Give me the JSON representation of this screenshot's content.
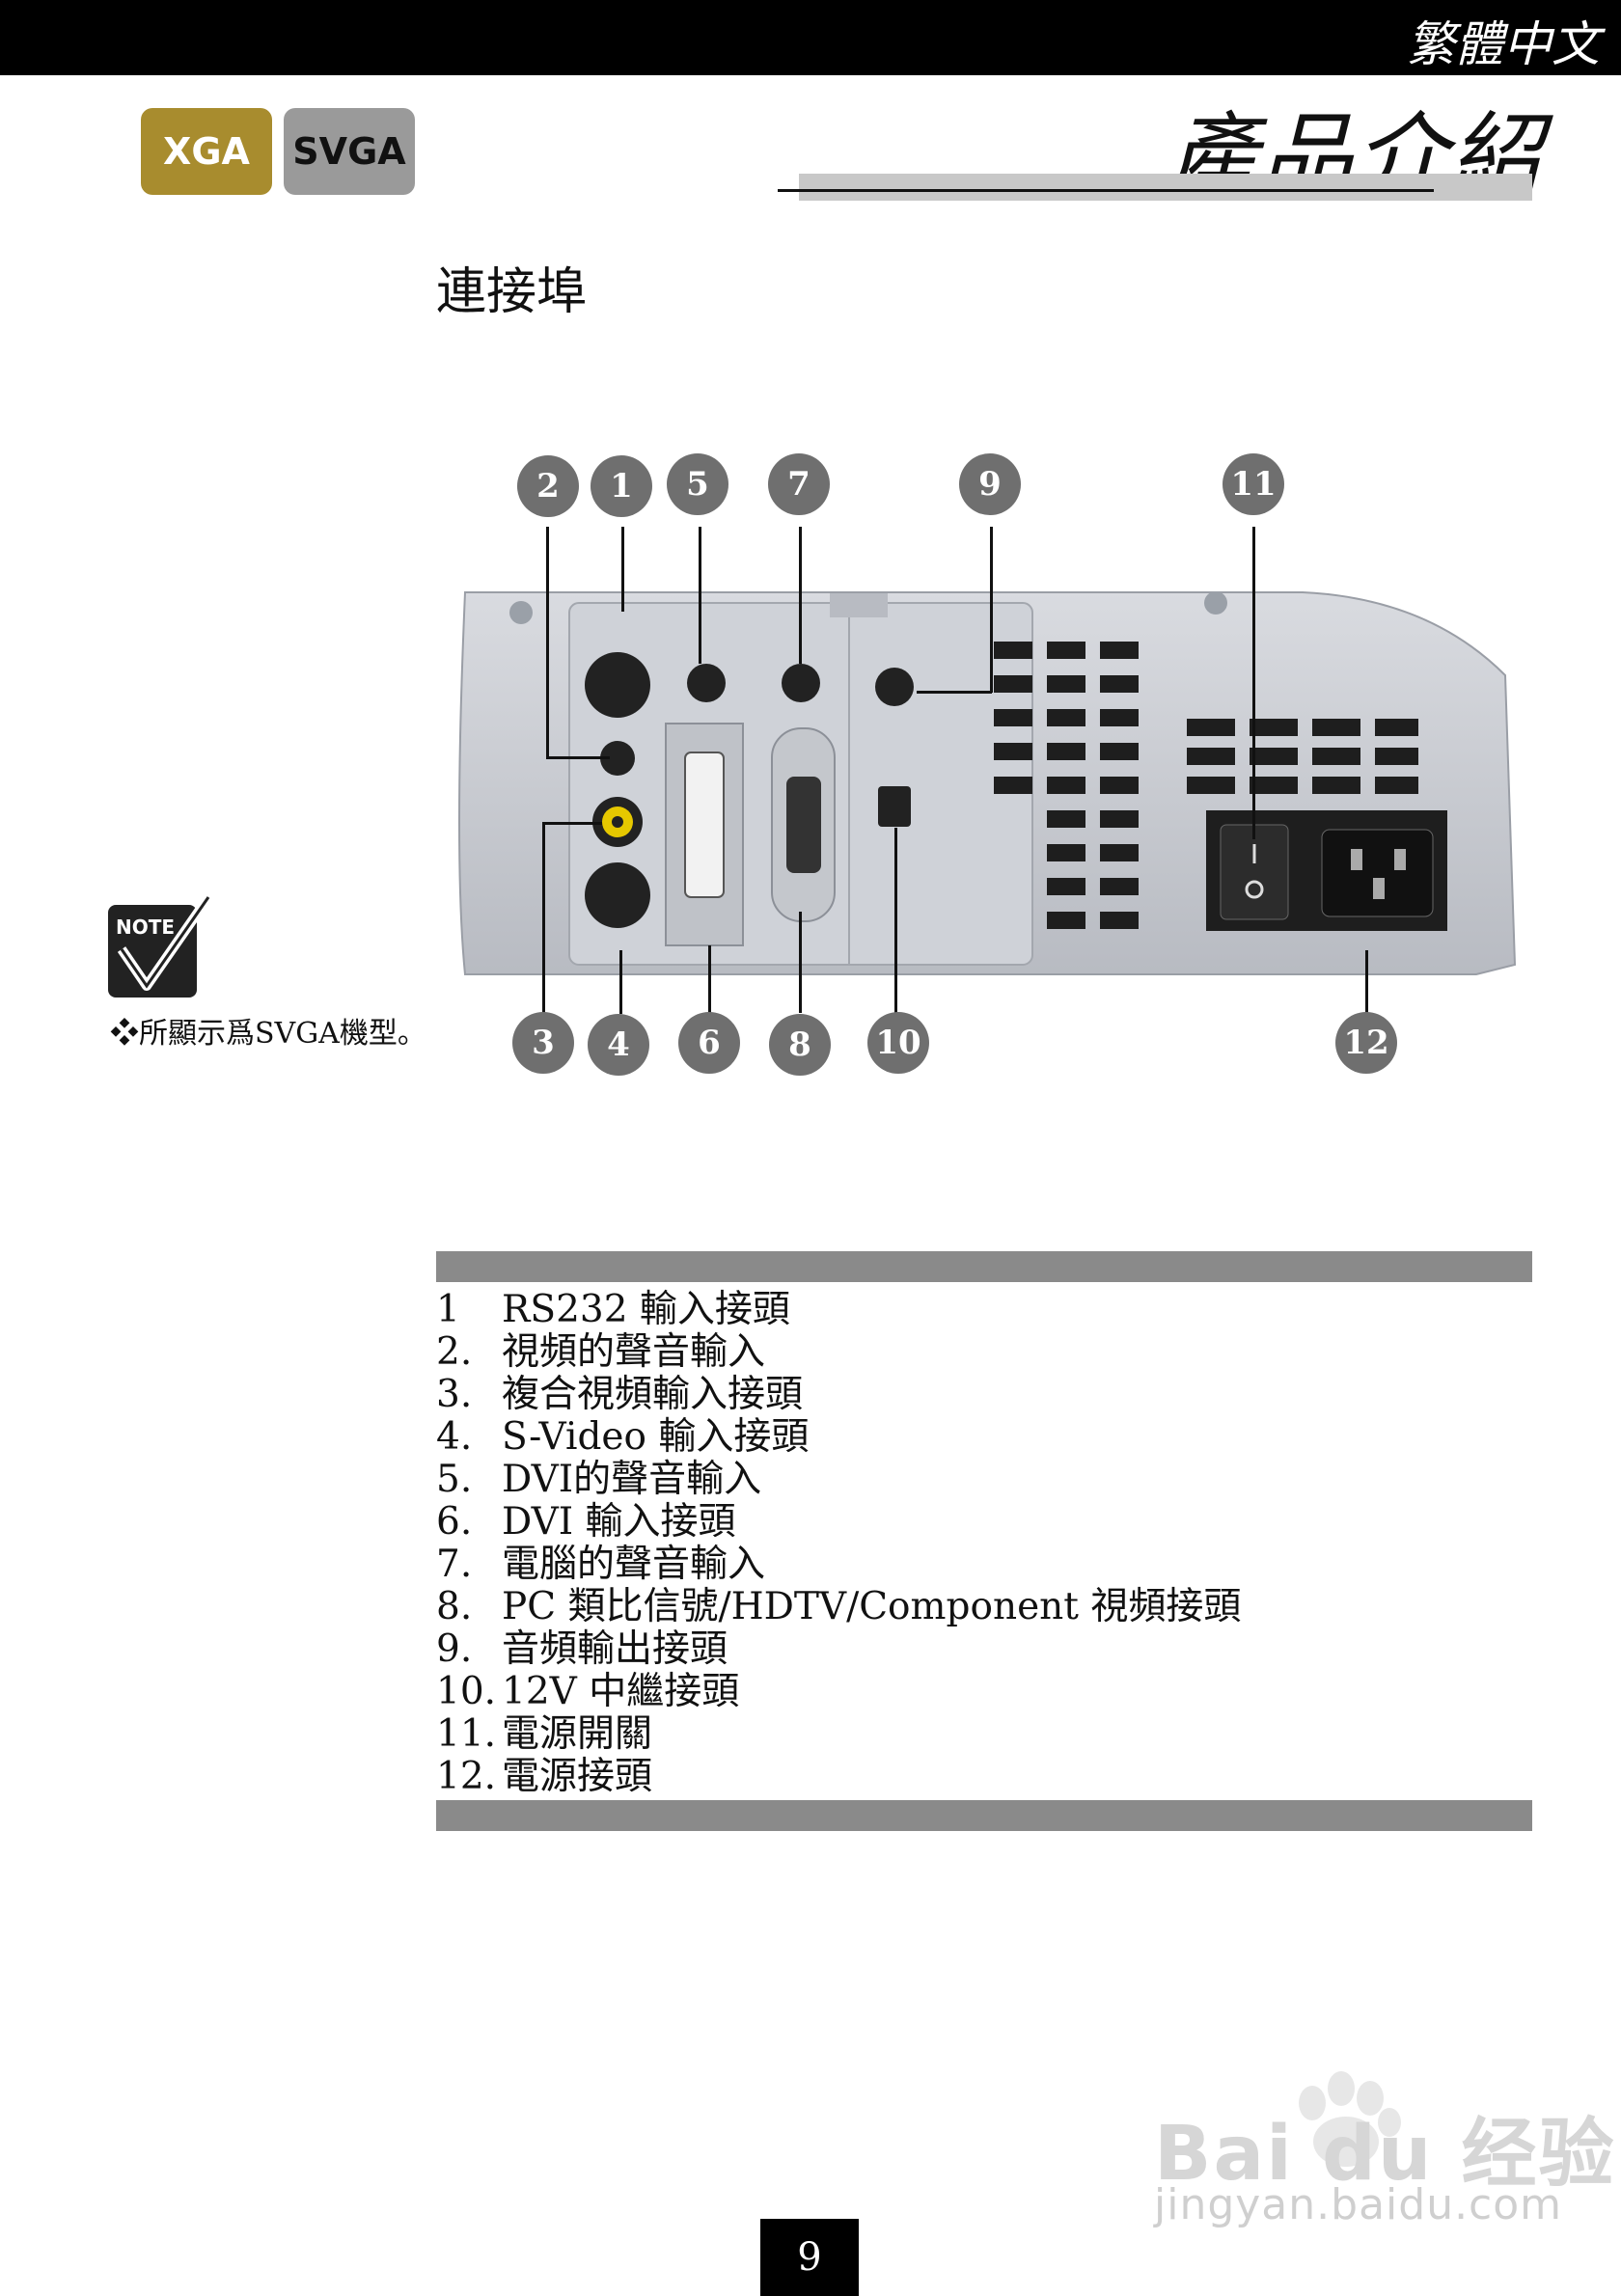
{
  "header": {
    "language": "繁體中文",
    "badges": [
      "XGA",
      "SVGA"
    ],
    "section_title": "產品介紹"
  },
  "subtitle": "連接埠",
  "callouts": [
    "1",
    "2",
    "3",
    "4",
    "5",
    "6",
    "7",
    "8",
    "9",
    "10",
    "11",
    "12"
  ],
  "note": {
    "text": "❖所顯示爲SVGA機型。"
  },
  "parts": [
    {
      "num": "1",
      "label": "RS232 輸入接頭"
    },
    {
      "num": "2.",
      "label": "視頻的聲音輸入"
    },
    {
      "num": "3.",
      "label": "複合視頻輸入接頭"
    },
    {
      "num": "4.",
      "label": "S-Video 輸入接頭"
    },
    {
      "num": "5.",
      "label": "DVI的聲音輸入"
    },
    {
      "num": "6.",
      "label": "DVI 輸入接頭"
    },
    {
      "num": "7.",
      "label": "電腦的聲音輸入"
    },
    {
      "num": "8.",
      "label": "PC 類比信號/HDTV/Component 視頻接頭"
    },
    {
      "num": "9.",
      "label": "音頻輸出接頭"
    },
    {
      "num": "10.",
      "label": "12V 中繼接頭"
    },
    {
      "num": "11.",
      "label": "電源開關"
    },
    {
      "num": "12.",
      "label": "電源接頭"
    }
  ],
  "page_number": "9",
  "watermark": {
    "brand": "Bai du 经验",
    "url": "jingyan.baidu.com"
  },
  "colors": {
    "callout": "#6f6f6f",
    "bar": "#8a8a8a",
    "xga": "#a88c2e",
    "svga": "#9a9a9a"
  }
}
